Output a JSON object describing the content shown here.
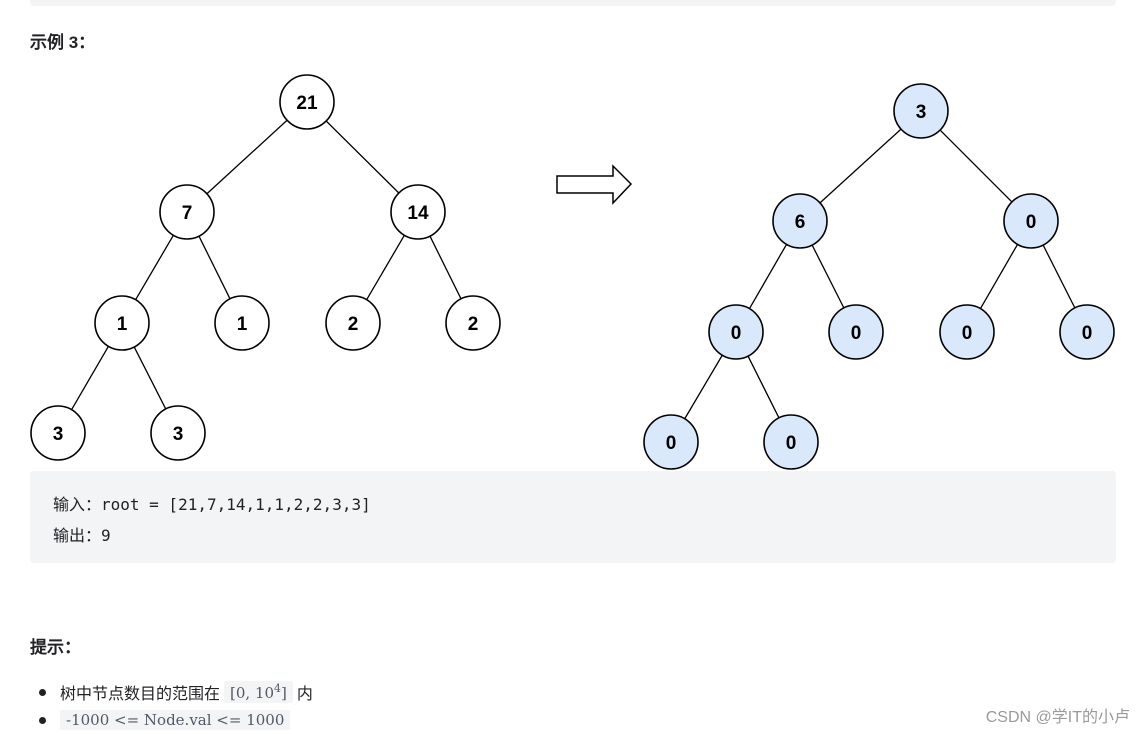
{
  "example_heading": "示例 3：",
  "hint_heading": "提示：",
  "tree_input": {
    "nodes": [
      {
        "id": "a",
        "value": "21"
      },
      {
        "id": "b",
        "value": "7"
      },
      {
        "id": "c",
        "value": "14"
      },
      {
        "id": "d",
        "value": "1"
      },
      {
        "id": "e",
        "value": "1"
      },
      {
        "id": "f",
        "value": "2"
      },
      {
        "id": "g",
        "value": "2"
      },
      {
        "id": "h",
        "value": "3"
      },
      {
        "id": "i",
        "value": "3"
      }
    ],
    "fill": "#ffffff"
  },
  "tree_output": {
    "nodes": [
      {
        "id": "a",
        "value": "3"
      },
      {
        "id": "b",
        "value": "6"
      },
      {
        "id": "c",
        "value": "0"
      },
      {
        "id": "d",
        "value": "0"
      },
      {
        "id": "e",
        "value": "0"
      },
      {
        "id": "f",
        "value": "0"
      },
      {
        "id": "g",
        "value": "0"
      },
      {
        "id": "h",
        "value": "0"
      },
      {
        "id": "i",
        "value": "0"
      }
    ],
    "fill": "#dae8fc"
  },
  "io": {
    "input_line": "输入：root = [21,7,14,1,1,2,2,3,3]",
    "output_line": "输出：9"
  },
  "hints": {
    "item1_text": "树中节点数目的范围在",
    "item1_code_prefix": "[0, 10",
    "item1_code_sup": "4",
    "item1_code_suffix": "]",
    "item1_tail": "内",
    "item2_code": "-1000 <= Node.val <= 1000"
  },
  "watermark": "CSDN @学IT的小卢",
  "icons": {
    "arrow": "right-arrow-icon"
  }
}
